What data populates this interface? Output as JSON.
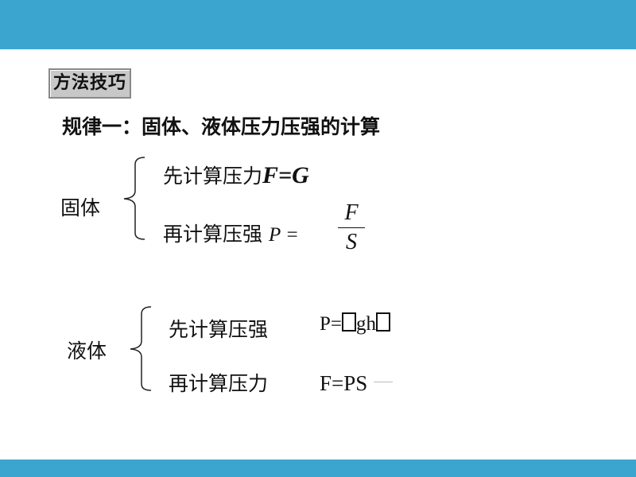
{
  "badge": "方法技巧",
  "title": "规律一：固体、液体压力压强的计算",
  "solid": {
    "label": "固体",
    "step1": "先计算压力",
    "formula1": "F=G",
    "step2": "再计算压强",
    "formula2_lhs": "P =",
    "numerator": "F",
    "denominator": "S"
  },
  "liquid": {
    "label": "液体",
    "step1": "先计算压强",
    "formula1_a": "P=",
    "formula1_b": "gh",
    "step2": "再计算压力",
    "formula2": "F=PS"
  }
}
